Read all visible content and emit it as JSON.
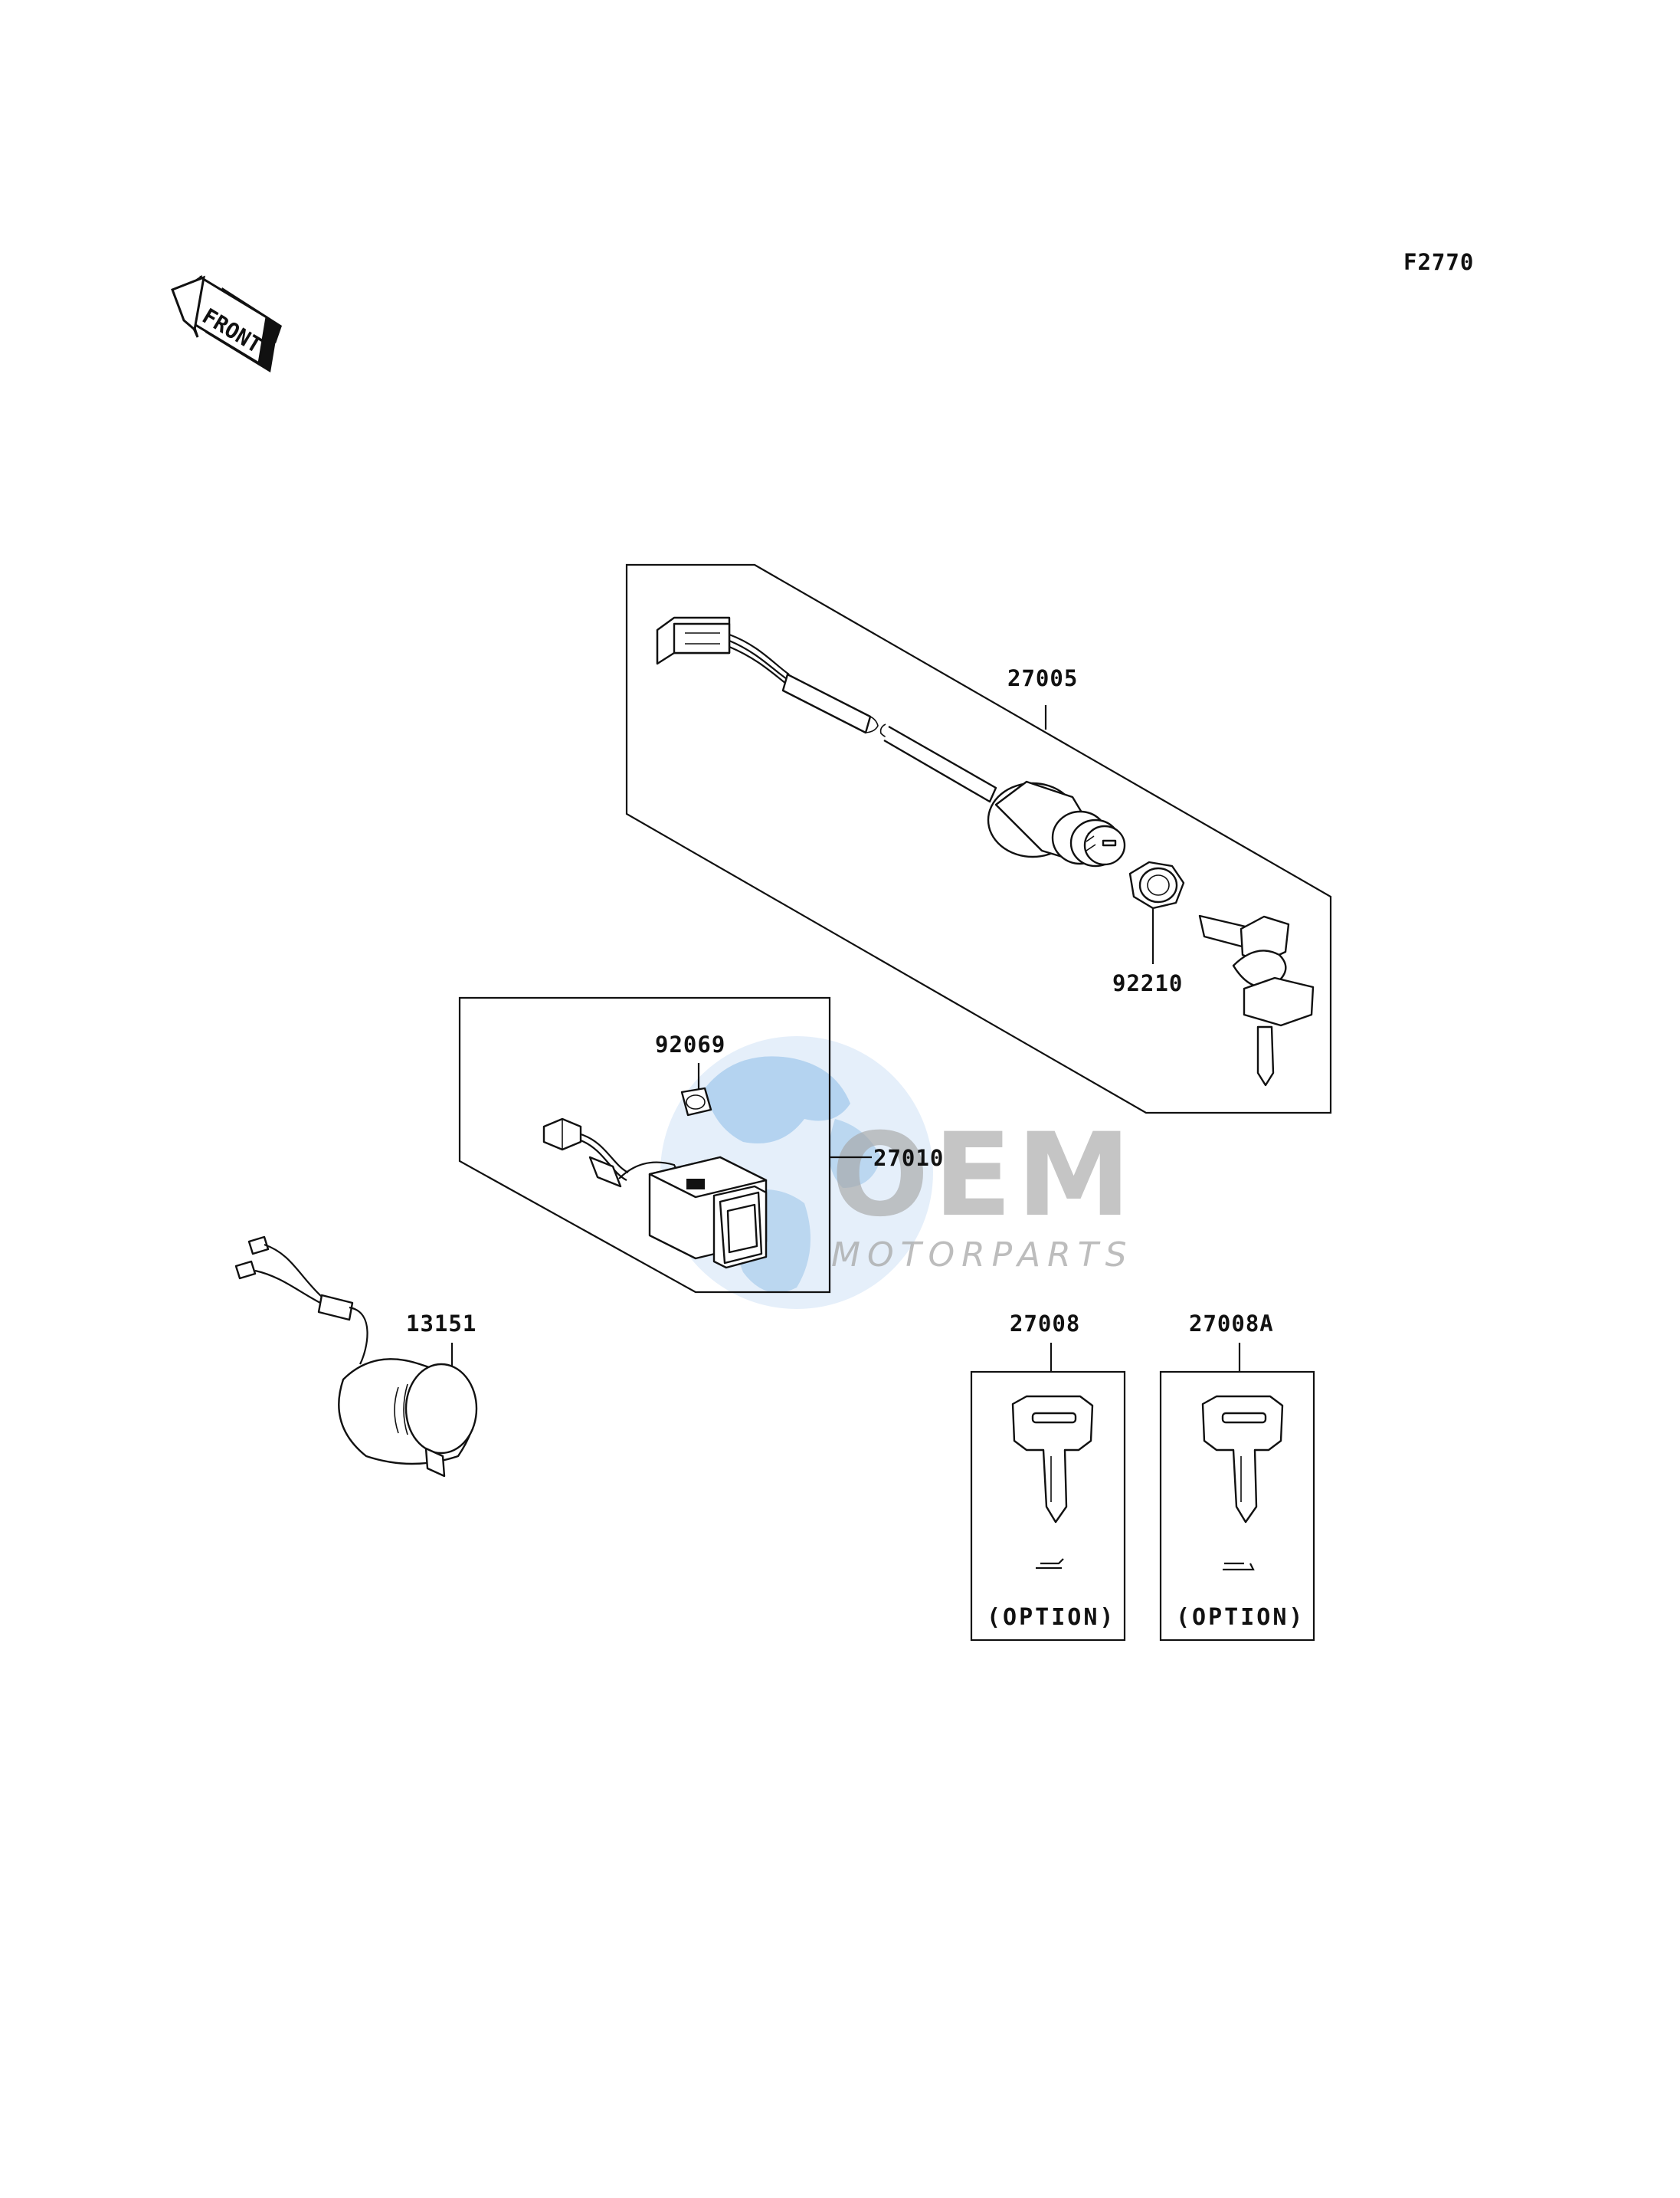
{
  "figure_code": "F2770",
  "front_label": "FRONT",
  "callouts": {
    "ignition_switch": "27005",
    "nut": "92210",
    "bulb": "92069",
    "indicator_switch": "27010",
    "socket": "13151",
    "key_1": "27008",
    "key_2": "27008A"
  },
  "option_boxes": {
    "key_1_note": "(OPTION)",
    "key_2_note": "(OPTION)"
  },
  "watermark": {
    "logo_text": "OEM",
    "sub_text": "MOTORPARTS",
    "colors": {
      "globe": "#5aa0dc",
      "text": "#a7a7a7"
    }
  }
}
